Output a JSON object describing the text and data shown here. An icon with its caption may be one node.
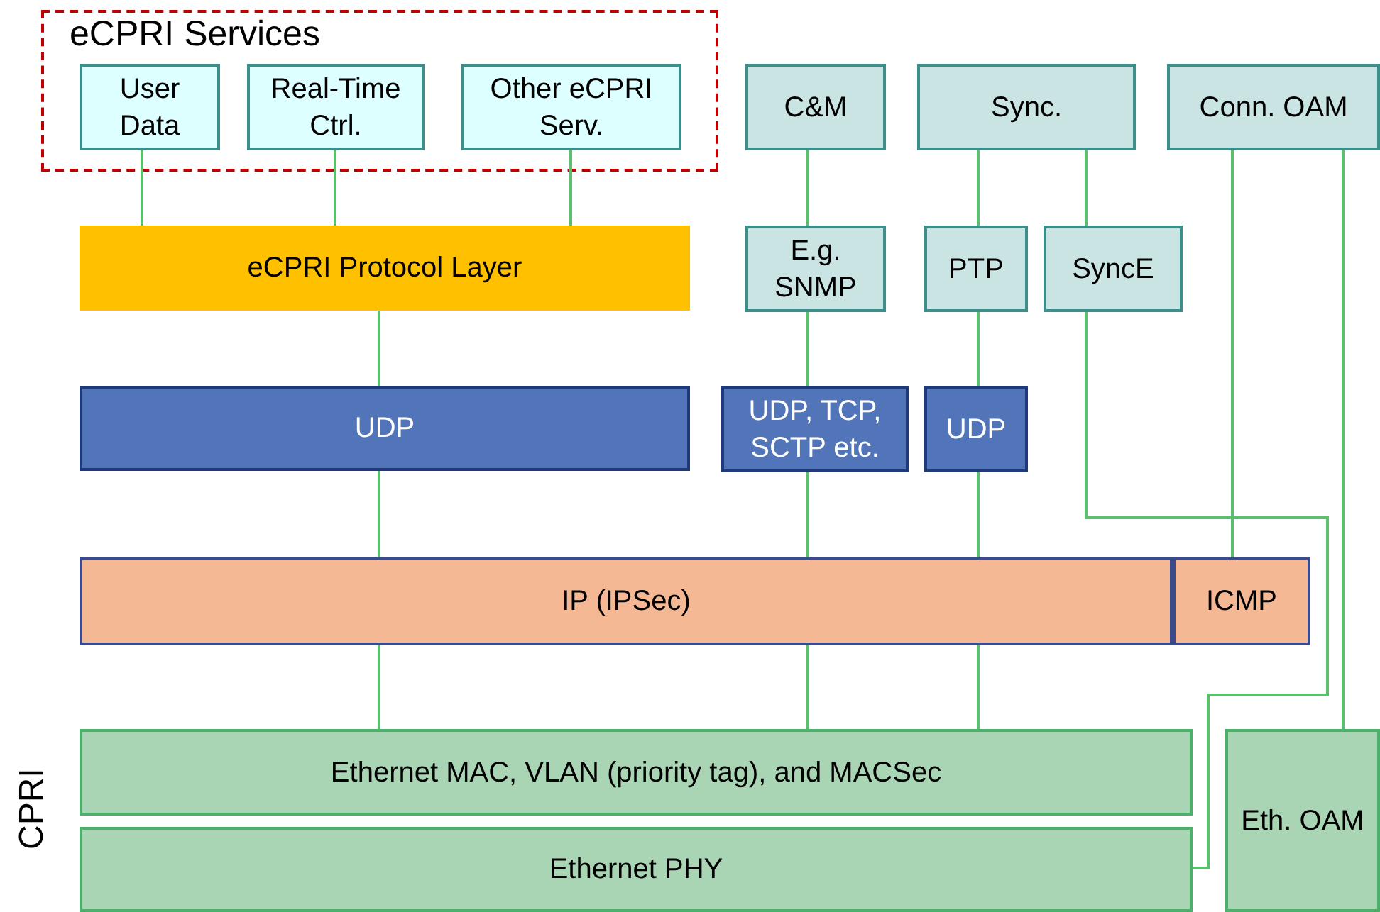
{
  "diagram": {
    "nodes": [
      {
        "text": [
          "eCPRI Services"
        ]
      },
      {
        "text": [
          "User Data"
        ],
        "in": 0
      },
      {
        "text": [
          "Real-Time Ctrl."
        ],
        "in": 0
      },
      {
        "text": [
          "Other eCPRI Serv."
        ],
        "in": 0
      },
      {
        "text": [
          "C&M"
        ]
      },
      {
        "text": [
          "Sync."
        ]
      },
      {
        "text": [
          "Conn. OAM"
        ]
      },
      {
        "text": [
          "eCPRI Protocol Layer"
        ]
      },
      {
        "text": [
          "E.g. SNMP"
        ]
      },
      {
        "text": [
          "PTP"
        ]
      },
      {
        "text": [
          "SyncE"
        ]
      },
      {
        "text": [
          "UDP"
        ]
      },
      {
        "text": [
          "UDP, TCP, SCTP etc."
        ]
      },
      {
        "text": [
          "UDP"
        ]
      },
      {
        "text": [
          "IP (IPSec)"
        ]
      },
      {
        "text": [
          "ICMP"
        ]
      },
      {
        "text": [
          "Ethernet MAC, VLAN (priority tag), and MACSec"
        ]
      },
      {
        "text": [
          "Eth. OAM"
        ]
      },
      {
        "text": [
          "Ethernet PHY"
        ]
      }
    ],
    "edges": [
      {
        "from": 1,
        "to": 7,
        "arrow": "none"
      },
      {
        "from": 2,
        "to": 7,
        "arrow": "none"
      },
      {
        "from": 3,
        "to": 7,
        "arrow": "none"
      },
      {
        "from": 4,
        "to": 8,
        "arrow": "none"
      },
      {
        "from": 5,
        "to": 9,
        "arrow": "none"
      },
      {
        "from": 5,
        "to": 10,
        "arrow": "none"
      },
      {
        "from": 6,
        "to": 15,
        "arrow": "none"
      },
      {
        "from": 6,
        "to": 17,
        "arrow": "none"
      },
      {
        "from": 7,
        "to": 11,
        "arrow": "none"
      },
      {
        "from": 8,
        "to": 12,
        "arrow": "none"
      },
      {
        "from": 9,
        "to": 13,
        "arrow": "none"
      },
      {
        "from": 11,
        "to": 14,
        "arrow": "none"
      },
      {
        "from": 12,
        "to": 14,
        "arrow": "none"
      },
      {
        "from": 13,
        "to": 14,
        "arrow": "none"
      },
      {
        "from": 14,
        "to": 16,
        "arrow": "none"
      },
      {
        "from": 14,
        "to": 16,
        "arrow": "none"
      },
      {
        "from": 14,
        "to": 16,
        "arrow": "none"
      },
      {
        "from": 10,
        "to": 18,
        "arrow": "none"
      }
    ],
    "labels": [
      "CPRI"
    ]
  }
}
